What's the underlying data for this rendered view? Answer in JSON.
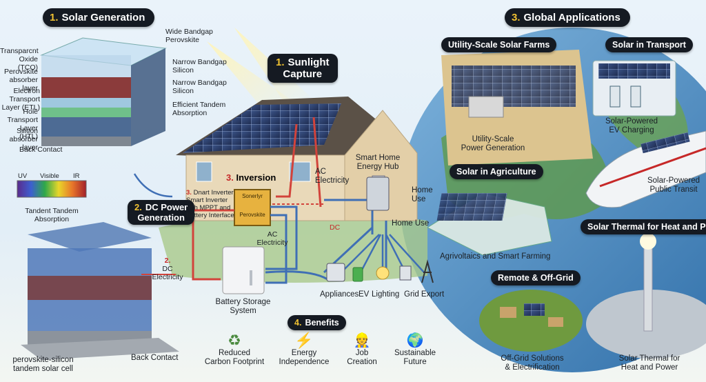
{
  "sections": {
    "solar_generation": {
      "num": "1.",
      "title": "Solar Generation"
    },
    "sunlight_capture": {
      "num": "1.",
      "title_line1": "Sunlight",
      "title_line2": "Capture"
    },
    "dc_power": {
      "num": "2.",
      "title_line1": "DC Power",
      "title_line2": "Generation"
    },
    "inversion": {
      "num": "3.",
      "title": "Inversion"
    },
    "benefits": {
      "num": "4.",
      "title": "Benefits"
    },
    "global_applications": {
      "num": "3.",
      "title": "Global Applications"
    }
  },
  "cell_layers": {
    "left": [
      {
        "line1": "Transparcnt",
        "line2": "Oxide (TCO)"
      },
      {
        "line1": "Perovskite",
        "line2": "absorber layer"
      },
      {
        "line1": "Electron Transport",
        "line2": "Layer (ETL)"
      },
      {
        "line1": "Hole Transport",
        "line2": "Layer (HTL)"
      },
      {
        "line1": "Silicon",
        "line2": "absorber layer"
      },
      {
        "line1": "Back Contact",
        "line2": ""
      }
    ],
    "right": [
      {
        "line1": "Wide Bandgap",
        "line2": "Perovskite"
      },
      {
        "line1": "Narrow Bandgap",
        "line2": "Silicon"
      },
      {
        "line1": "Narrow Bandgap",
        "line2": "Silicon"
      },
      {
        "line1": "Efficient Tandem",
        "line2": "Absorption"
      }
    ]
  },
  "spectrum": {
    "uv": "UV",
    "visible": "Visible",
    "ir": "IR",
    "caption_line1": "Tandent Tandem",
    "caption_line2": "Absorption"
  },
  "tandem_cell": {
    "caption_line1": "perovskite-silicon",
    "caption_line2": "tandem solar cell",
    "back_contact": "Back Contact"
  },
  "house": {
    "hub_line1": "Smart Home",
    "hub_line2": "Energy Hub",
    "ac_top_line1": "AC",
    "ac_top_line2": "Electricity",
    "inverter_num": "3.",
    "inverter_line1": "Dnart Inverter",
    "inverter_line2": "Smart Inverter",
    "inverter_line3": "with MPPT and",
    "inverter_line4": "Battery Interface",
    "inverter_box_line1": "Sonerlyr",
    "inverter_box_line2": "Perovskite",
    "ac_mid_line1": "AC",
    "ac_mid_line2": "Electricity",
    "dc_num": "2.",
    "dc_line1": "DC",
    "dc_line2": "Electricity",
    "dc_small": "DC",
    "battery_line1": "Battery Storage",
    "battery_line2": "System",
    "home_use_1_line1": "Home",
    "home_use_1_line2": "Use",
    "home_use_2": "Home Use",
    "outputs": [
      "Appliances",
      "EV",
      "Lighting",
      "Grid Export"
    ]
  },
  "benefits": [
    {
      "icon": "recycle-icon",
      "line1": "Reduced",
      "line2": "Carbon Footprint"
    },
    {
      "icon": "lightning-icon",
      "line1": "Energy",
      "line2": "Independence"
    },
    {
      "icon": "worker-icon",
      "line1": "Job",
      "line2": "Creation"
    },
    {
      "icon": "globe-icon",
      "line1": "Sustainable",
      "line2": "Future"
    }
  ],
  "applications": {
    "utility": {
      "title": "Utility-Scale Solar Farms",
      "caption_line1": "Utility-Scale",
      "caption_line2": "Power Generation"
    },
    "transport": {
      "title": "Solar in Transport",
      "ev_line1": "Solar-Powered",
      "ev_line2": "EV Charging",
      "transit_line1": "Solar-Powered",
      "transit_line2": "Public Transit"
    },
    "agriculture": {
      "title": "Solar in Agriculture",
      "caption": "Agrivoltaics and Smart Farming"
    },
    "thermal": {
      "title": "Solar Thermal for Heat and Power",
      "caption_line1": "Solar Thermal for",
      "caption_line2": "Heat and Power"
    },
    "offgrid": {
      "title": "Remote & Off-Grid",
      "caption_line1": "Off-Grid Solutions",
      "caption_line2": "& Electrification"
    }
  },
  "colors": {
    "dc_flow": "#d2433b",
    "ac_flow": "#3f6fb5",
    "pill_bg": "#151a22",
    "pill_num": "#f1c232"
  }
}
